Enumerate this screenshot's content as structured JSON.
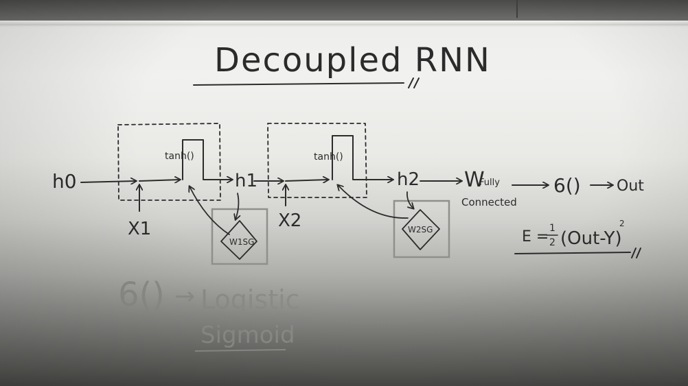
{
  "title": "Decoupled RNN",
  "labels": {
    "h0": "h0",
    "h1": "h1",
    "h2": "h2",
    "x1": "X1",
    "x2": "X2",
    "tanh1": "tanh()",
    "tanh2": "tanh()",
    "w1sg": "W1SG",
    "w2sg": "W2SG",
    "w": "W",
    "fully": "Fully",
    "connected": "Connected",
    "sigma": "6()",
    "out": "Out",
    "loss_lhs": "E =",
    "loss_half_num": "1",
    "loss_half_den": "2",
    "loss_body": "(Out-Y)",
    "loss_exp": "2"
  },
  "erased_note": {
    "sigma": "6()",
    "arrow": "→",
    "word1": "Logistic",
    "word2": "Sigmoid"
  }
}
